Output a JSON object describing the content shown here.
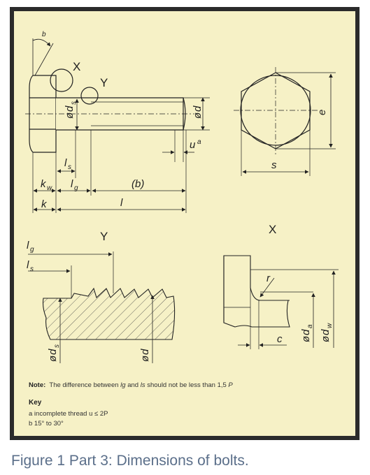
{
  "figure": {
    "caption": "Figure 1 Part 3: Dimensions of bolts.",
    "colors": {
      "frame": "#2b2b2b",
      "panel": "#f6f1c6",
      "caption": "#5b6f8a"
    }
  },
  "labels": {
    "X": "X",
    "Y": "Y",
    "b": "b",
    "d": "d",
    "ds": "d",
    "s_sub": "s",
    "phi": "ø",
    "e": "e",
    "s": "s",
    "u": "u",
    "a_sup": "a",
    "ls": "l",
    "lg": "l",
    "g_sub": "g",
    "k": "k",
    "kw": "k",
    "w_sub": "w",
    "b_paren": "(b)",
    "l": "l",
    "r": "r",
    "c": "c",
    "da": "d",
    "a_sub": "a",
    "dw": "d"
  },
  "note": {
    "prefix": "Note:",
    "text_1": "The difference between ",
    "lg": "lg",
    "text_2": " and ",
    "ls": "ls",
    "text_3": " should not be less than 1,5 ",
    "P": "P"
  },
  "key": {
    "title": "Key",
    "item_a": "a  incomplete thread u ≤ 2P",
    "item_b": "b  15° to 30°"
  }
}
